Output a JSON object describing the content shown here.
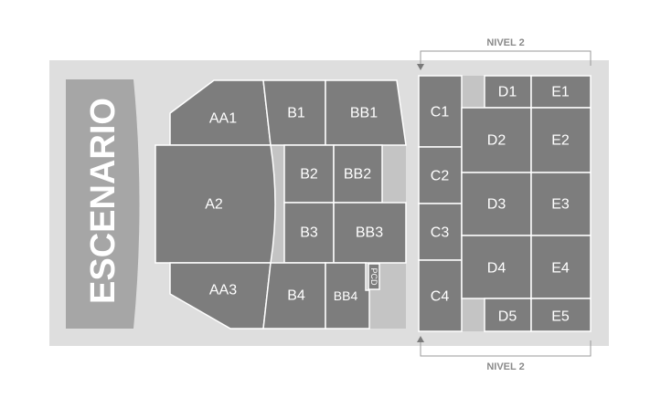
{
  "stage": {
    "label": "ESCENARIO"
  },
  "level_labels": {
    "top": "NIVEL 2",
    "bottom": "NIVEL 2"
  },
  "sections": {
    "AA1": "AA1",
    "B1": "B1",
    "BB1": "BB1",
    "A2": "A2",
    "B2": "B2",
    "BB2": "BB2",
    "B3": "B3",
    "BB3": "BB3",
    "AA3": "AA3",
    "B4": "B4",
    "BB4": "BB4",
    "PCD": "PCD",
    "C1": "C1",
    "C2": "C2",
    "C3": "C3",
    "C4": "C4",
    "D1": "D1",
    "D2": "D2",
    "D3": "D3",
    "D4": "D4",
    "D5": "D5",
    "E1": "E1",
    "E2": "E2",
    "E3": "E3",
    "E4": "E4",
    "E5": "E5"
  },
  "colors": {
    "floor": "#dedede",
    "stage": "#a6a6a6",
    "section": "#7d7d7d",
    "aisle": "#c4c4c4",
    "level_text": "#8a8a8a"
  }
}
